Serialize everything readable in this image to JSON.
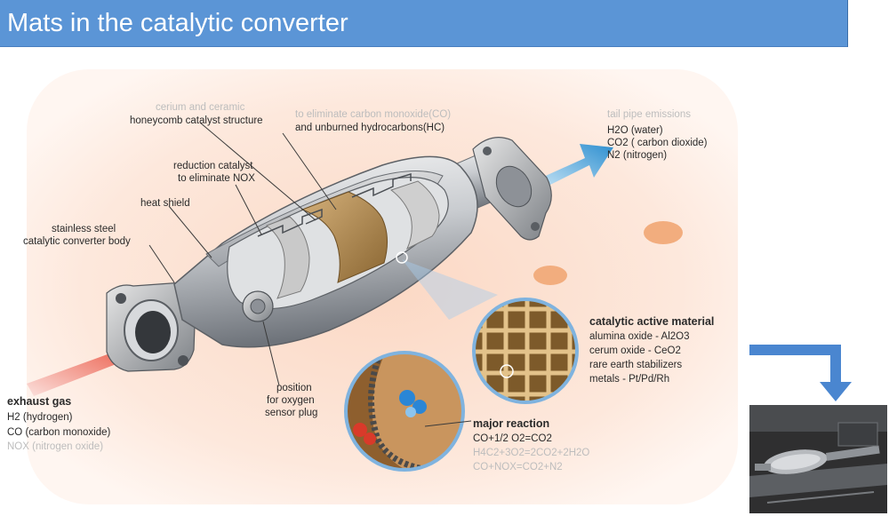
{
  "title": "Mats in the catalytic converter",
  "labels": {
    "honeycomb_top": "cerium and ceramic",
    "honeycomb": "honeycomb catalyst structure",
    "oxidation_top": "to eliminate carbon monoxide(CO)",
    "oxidation": "and unburned hydrocarbons(HC)",
    "tailpipe_title": "tail pipe emissions",
    "tailpipe_1": "H2O (water)",
    "tailpipe_2": "CO2 ( carbon dioxide)",
    "tailpipe_3": "N2 (nitrogen)",
    "reduction_1": "reduction catalyst",
    "reduction_2": "to eliminate NOX",
    "heat_shield": "heat shield",
    "body_1": "stainless steel",
    "body_2": "catalytic converter body",
    "sensor_1": "position",
    "sensor_2": "for oxygen",
    "sensor_3": "sensor plug",
    "exhaust_title": "exhaust gas",
    "exhaust_1": "H2 (hydrogen)",
    "exhaust_2": "CO (carbon monoxide)",
    "exhaust_3": "NOX (nitrogen oxide)",
    "active_title": "catalytic active material",
    "active_1": "alumina oxide - Al2O3",
    "active_2": "cerum oxide - CeO2",
    "active_3": "rare earth stabilizers",
    "active_4": "metals - Pt/Pd/Rh",
    "reaction_title": "major reaction",
    "reaction_1": "CO+1/2 O2=CO2",
    "reaction_2": "H4C2+3O2=2CO2+2H2O",
    "reaction_3": "CO+NOX=CO2+N2"
  },
  "colors": {
    "title_bar": "#5b95d6",
    "inlet_arrow": "#e8402a",
    "outlet_arrow": "#2d8fd0",
    "callout": "#a9cdea",
    "mat": "#b48a52",
    "blob": "#f2ad7e",
    "glow": "#fde8dc",
    "pointer_arrow": "#4a86d0"
  },
  "icons": {
    "inlet": "red-arrow-icon",
    "outlet": "blue-arrow-icon",
    "pointer": "elbow-arrow-icon"
  }
}
